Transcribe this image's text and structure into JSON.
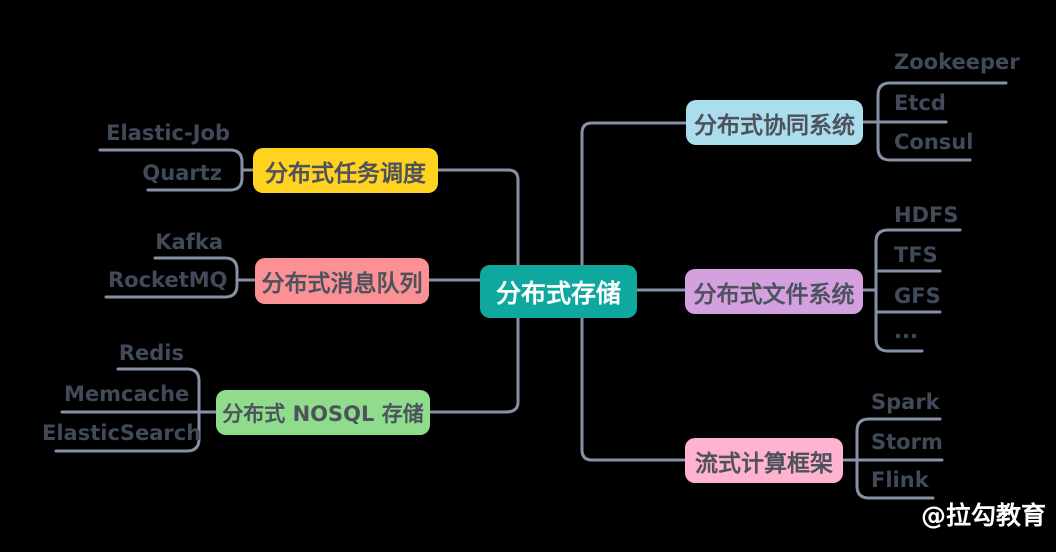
{
  "canvas": {
    "background": "#000000",
    "line_color": "#8791A5"
  },
  "text_colors": {
    "leaf": "#414A59",
    "node": "#4E525C"
  },
  "watermark": {
    "text": "@拉勾教育",
    "color": "#FFFFFF"
  },
  "center": {
    "label": "分布式存储",
    "color": "#0FA89E",
    "text_color": "#FFFFFF"
  },
  "branches": [
    {
      "id": "task-scheduling",
      "label": "分布式任务调度",
      "color": "#FFD320",
      "side": "left",
      "leaves": [
        "Elastic-Job",
        "Quartz"
      ]
    },
    {
      "id": "message-queue",
      "label": "分布式消息队列",
      "color": "#FB9194",
      "side": "left",
      "leaves": [
        "Kafka",
        "RocketMQ"
      ]
    },
    {
      "id": "nosql-storage",
      "label": "分布式 NOSQL 存储",
      "color": "#8FDC8D",
      "side": "left",
      "leaves": [
        "Redis",
        "Memcache",
        "ElasticSearch"
      ]
    },
    {
      "id": "coordination-system",
      "label": "分布式协同系统",
      "color": "#ABDEED",
      "side": "right",
      "leaves": [
        "Zookeeper",
        "Etcd",
        "Consul"
      ]
    },
    {
      "id": "file-system",
      "label": "分布式文件系统",
      "color": "#D4A0E0",
      "side": "right",
      "leaves": [
        "HDFS",
        "TFS",
        "GFS",
        "..."
      ]
    },
    {
      "id": "stream-computing",
      "label": "流式计算框架",
      "color": "#FFB3D1",
      "side": "right",
      "leaves": [
        "Spark",
        "Storm",
        "Flink"
      ]
    }
  ]
}
